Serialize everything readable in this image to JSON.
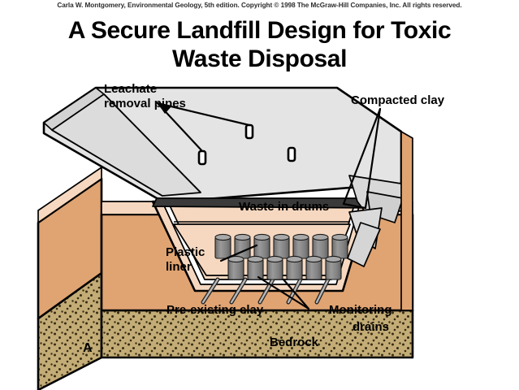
{
  "credit": "Carla W. Montgomery, Environmental Geology, 5th edition. Copyright © 1998 The McGraw-Hill Companies, Inc. All rights reserved.",
  "title": {
    "line1": "A Secure Landfill Design for Toxic",
    "line2": "Waste Disposal"
  },
  "figure": {
    "panel_letter": "A",
    "labels": {
      "leachate_line1": "Leachate",
      "leachate_line2": "removal pipes",
      "compacted_clay": "Compacted clay",
      "waste_in_drums": "Waste in drums",
      "plastic_line1": "Plastic",
      "plastic_line2": "liner",
      "pre_existing_clay": "Pre-existing clay",
      "monitoring_line1": "Monitoring",
      "monitoring_line2": "drains",
      "bedrock": "Bedrock"
    },
    "counts": {
      "drums_top_row": 7,
      "drums_bottom_row": 6,
      "monitoring_drains": 5,
      "leachate_pipe_openings": 3
    },
    "colors": {
      "cap_gray": "#e4e4e4",
      "cap_gray_dark": "#cfcfcf",
      "clay_tan": "#e0a472",
      "clay_light": "#f6d8c0",
      "bedrock": "#c3ac76",
      "bedrock_dot": "#3a2d14",
      "drum_gray": "#8c8c8c",
      "drum_top": "#a9a9a9",
      "outline": "#000000"
    }
  }
}
